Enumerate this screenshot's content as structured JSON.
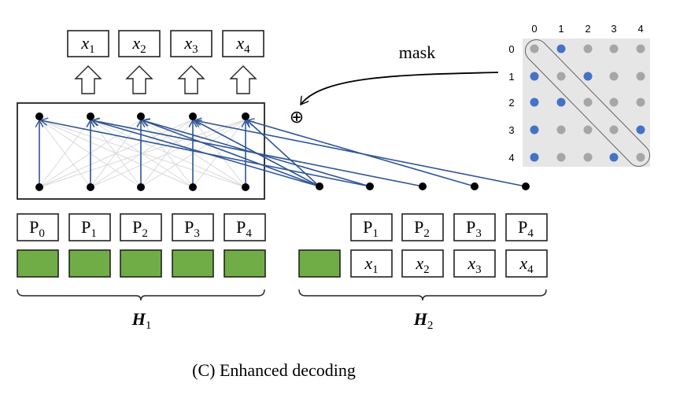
{
  "outputs": [
    {
      "base": "x",
      "sub": "1"
    },
    {
      "base": "x",
      "sub": "2"
    },
    {
      "base": "x",
      "sub": "3"
    },
    {
      "base": "x",
      "sub": "4"
    }
  ],
  "positions_h1": [
    {
      "base": "P",
      "sub": "0"
    },
    {
      "base": "P",
      "sub": "1"
    },
    {
      "base": "P",
      "sub": "2"
    },
    {
      "base": "P",
      "sub": "3"
    },
    {
      "base": "P",
      "sub": "4"
    }
  ],
  "positions_h2": [
    {
      "base": "P",
      "sub": "1"
    },
    {
      "base": "P",
      "sub": "2"
    },
    {
      "base": "P",
      "sub": "3"
    },
    {
      "base": "P",
      "sub": "4"
    }
  ],
  "tokens_h2": [
    {
      "base": "x",
      "sub": "1"
    },
    {
      "base": "x",
      "sub": "2"
    },
    {
      "base": "x",
      "sub": "3"
    },
    {
      "base": "x",
      "sub": "4"
    }
  ],
  "group_labels": [
    {
      "base": "H",
      "sub": "1"
    },
    {
      "base": "H",
      "sub": "2"
    }
  ],
  "mask_label": "mask",
  "add_symbol": "⊕",
  "caption": "(C) Enhanced decoding",
  "mask": {
    "col_labels": [
      "0",
      "1",
      "2",
      "3",
      "4"
    ],
    "row_labels": [
      "0",
      "1",
      "2",
      "3",
      "4"
    ],
    "visible": [
      [
        0,
        1,
        0,
        0,
        0
      ],
      [
        1,
        0,
        1,
        0,
        0
      ],
      [
        1,
        1,
        0,
        0,
        0
      ],
      [
        1,
        0,
        0,
        0,
        1
      ],
      [
        1,
        0,
        0,
        1,
        0
      ]
    ]
  },
  "colors": {
    "visible": "#4472c4",
    "masked": "#a6a6a6",
    "edge": "#2f5597",
    "green": "#70ad47",
    "matrix_bg": "#e7e6e6"
  }
}
